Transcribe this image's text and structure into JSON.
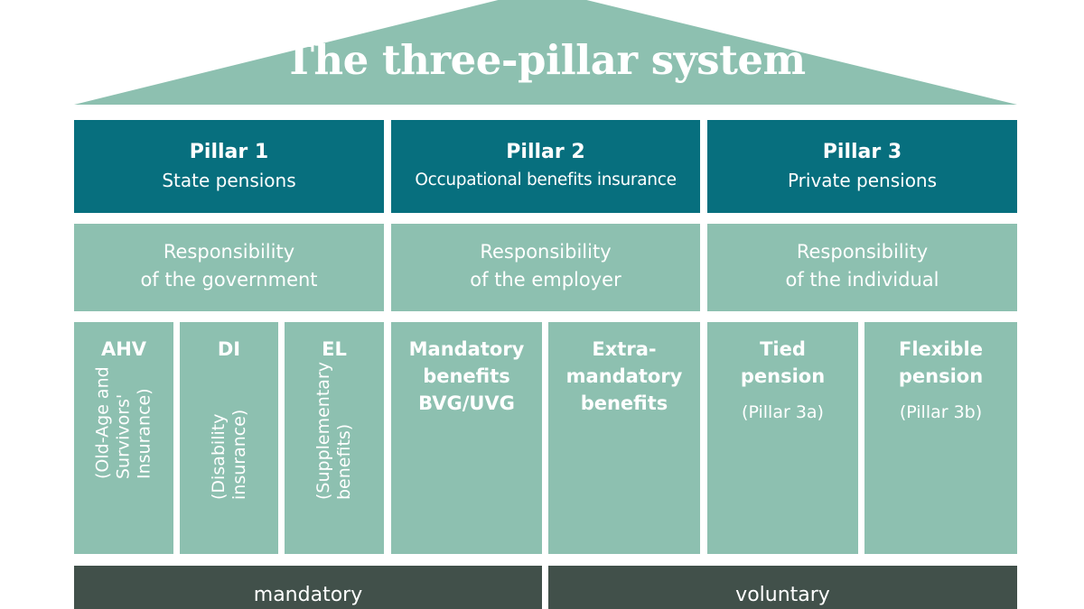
{
  "title": "The three-pillar system",
  "colors": {
    "roof": "#8dc0b0",
    "pillar_header": "#076f7e",
    "panel": "#8dc0b0",
    "footer": "#41504a",
    "text": "#ffffff"
  },
  "pillars": [
    {
      "title": "Pillar 1",
      "subtitle": "State pensions",
      "responsibility": [
        "Responsibility",
        "of the government"
      ],
      "benefits": [
        {
          "name": "AHV",
          "note": "(Old-Age and\nSurvivors'\nInsurance)"
        },
        {
          "name": "DI",
          "note": "(Disability\ninsurance)"
        },
        {
          "name": "EL",
          "note": "(Supplementary\nbenefits)"
        }
      ]
    },
    {
      "title": "Pillar 2",
      "subtitle": "Occupational benefits insurance",
      "responsibility": [
        "Responsibility",
        "of the employer"
      ],
      "benefits": [
        {
          "lines": [
            "Mandatory",
            "benefits",
            "BVG/UVG"
          ]
        },
        {
          "lines": [
            "Extra-",
            "mandatory",
            "benefits"
          ]
        }
      ]
    },
    {
      "title": "Pillar 3",
      "subtitle": "Private pensions",
      "responsibility": [
        "Responsibility",
        "of the individual"
      ],
      "benefits": [
        {
          "lines": [
            "Tied",
            "pension"
          ],
          "note": "(Pillar 3a)"
        },
        {
          "lines": [
            "Flexible",
            "pension"
          ],
          "note": "(Pillar 3b)"
        }
      ]
    }
  ],
  "footer": {
    "left": "mandatory",
    "right": "voluntary"
  }
}
